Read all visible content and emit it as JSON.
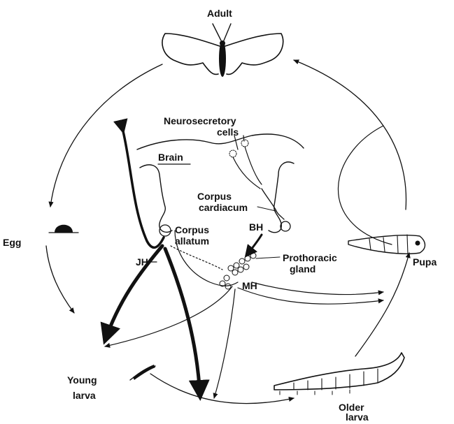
{
  "labels": {
    "adult": "Adult",
    "egg": "Egg",
    "pupa": "Pupa",
    "young_larva_1": "Young",
    "young_larva_2": "larva",
    "older_larva_1": "Older",
    "older_larva_2": "larva",
    "neurosecretory_1": "Neurosecretory",
    "neurosecretory_2": "cells",
    "brain": "Brain",
    "corpus_cardiacum_1": "Corpus",
    "corpus_cardiacum_2": "cardiacum",
    "corpus_allatum_1": "Corpus",
    "corpus_allatum_2": "allatum",
    "bh": "BH",
    "prothoracic_1": "Prothoracic",
    "prothoracic_2": "gland",
    "jh": "JH",
    "mh": "MH"
  },
  "colors": {
    "ink": "#111111",
    "background": "#ffffff"
  }
}
